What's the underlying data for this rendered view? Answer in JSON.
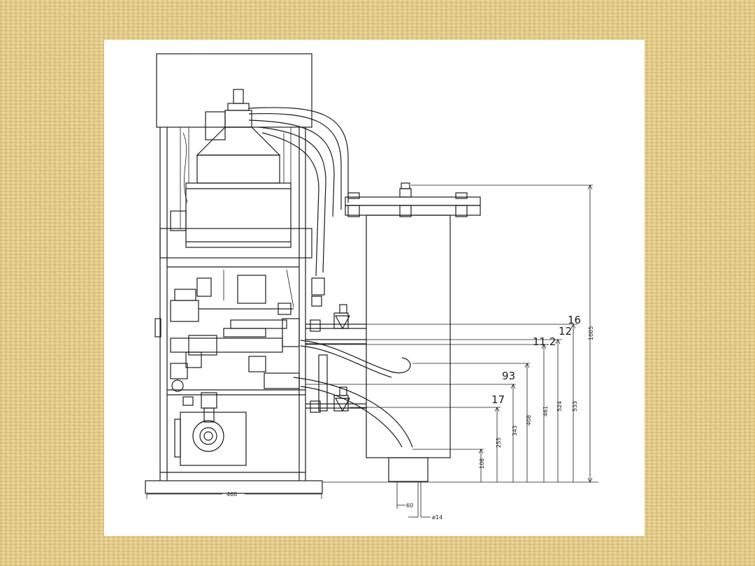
{
  "diagram": {
    "callouts": [
      {
        "id": "c16",
        "text": "16"
      },
      {
        "id": "c12",
        "text": "12"
      },
      {
        "id": "c112",
        "text": "11.2"
      },
      {
        "id": "c93",
        "text": "93"
      },
      {
        "id": "c17",
        "text": "17"
      }
    ],
    "vertical_dimensions": [
      {
        "id": "d1005",
        "text": "1005"
      },
      {
        "id": "d533",
        "text": "533"
      },
      {
        "id": "d524",
        "text": "524"
      },
      {
        "id": "d461",
        "text": "461"
      },
      {
        "id": "d408",
        "text": "408"
      },
      {
        "id": "d343",
        "text": "343"
      },
      {
        "id": "d255",
        "text": "255"
      },
      {
        "id": "d108",
        "text": "108"
      }
    ],
    "horizontal_dimensions": [
      {
        "id": "w460",
        "text": "460"
      },
      {
        "id": "w60",
        "text": "60"
      },
      {
        "id": "w14",
        "text": "ø14"
      }
    ]
  }
}
